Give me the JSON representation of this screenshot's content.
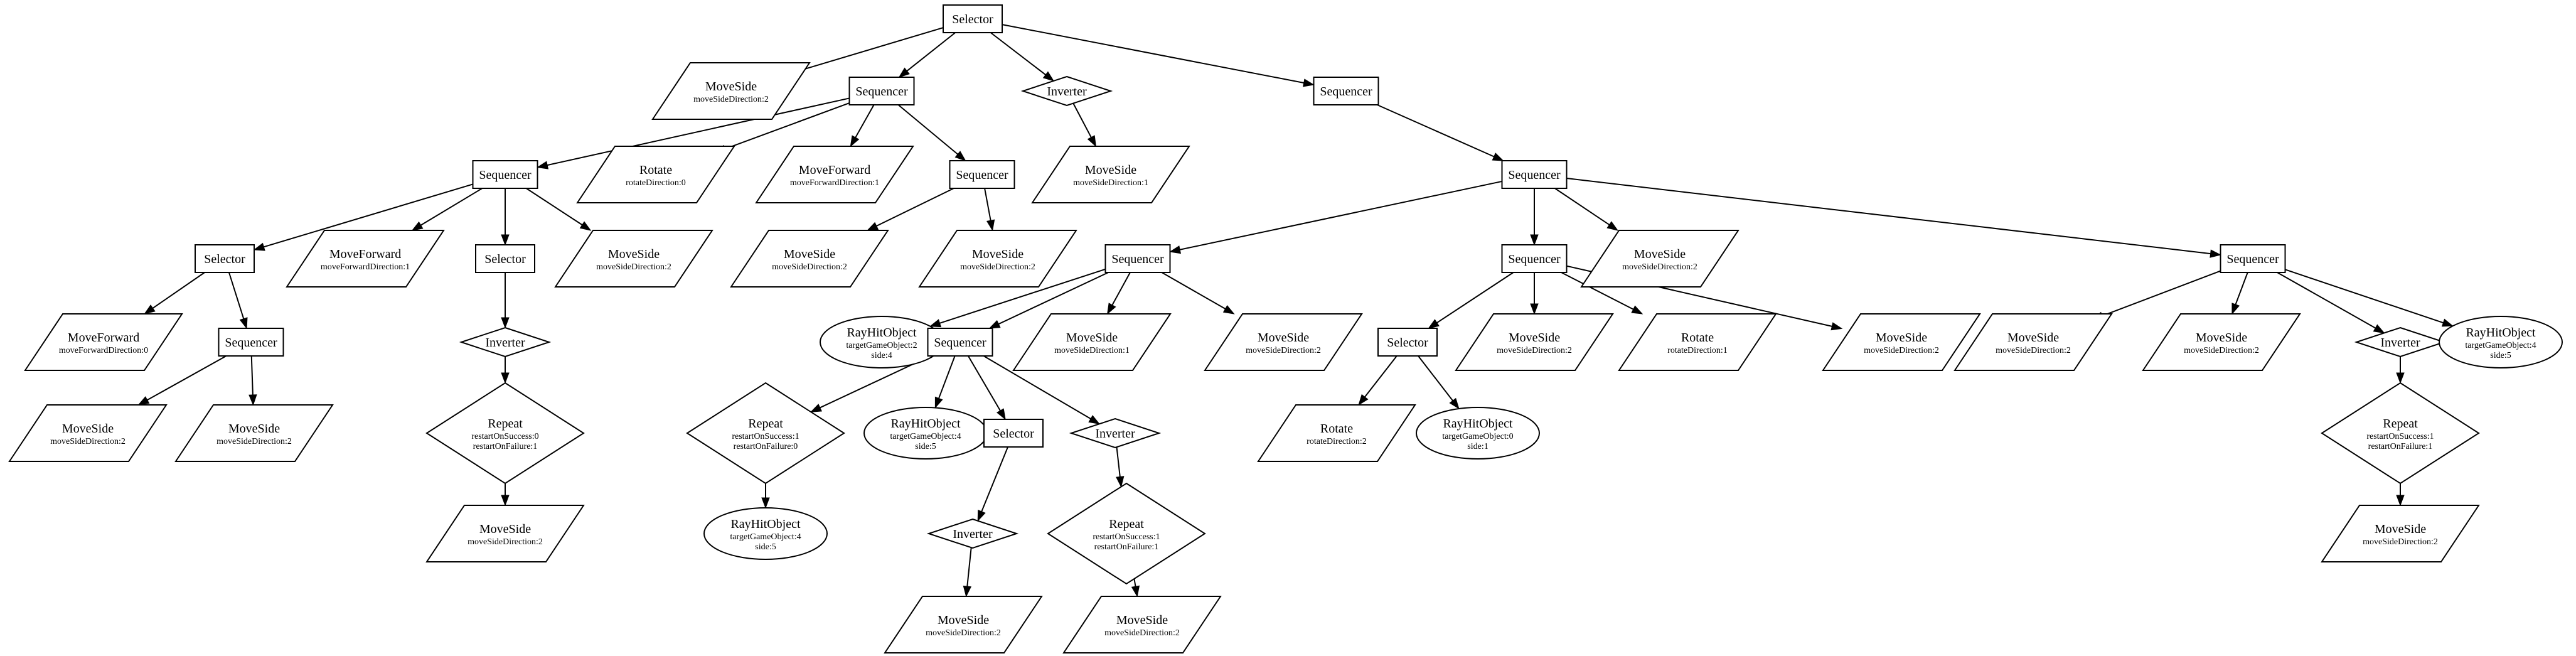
{
  "tree": {
    "nodes": [
      {
        "id": "n1",
        "shape": "box",
        "label": "Selector",
        "sub": []
      },
      {
        "id": "n2",
        "shape": "para",
        "label": "MoveSide",
        "sub": [
          "moveSideDirection:2"
        ]
      },
      {
        "id": "n3",
        "shape": "box",
        "label": "Sequencer",
        "sub": []
      },
      {
        "id": "n4",
        "shape": "diamond",
        "label": "Inverter",
        "sub": []
      },
      {
        "id": "n5",
        "shape": "box",
        "label": "Sequencer",
        "sub": []
      },
      {
        "id": "n6",
        "shape": "box",
        "label": "Sequencer",
        "sub": []
      },
      {
        "id": "n7",
        "shape": "para",
        "label": "Rotate",
        "sub": [
          "rotateDirection:0"
        ]
      },
      {
        "id": "n8",
        "shape": "para",
        "label": "MoveForward",
        "sub": [
          "moveForwardDirection:1"
        ]
      },
      {
        "id": "n9",
        "shape": "box",
        "label": "Sequencer",
        "sub": []
      },
      {
        "id": "n10",
        "shape": "para",
        "label": "MoveSide",
        "sub": [
          "moveSideDirection:1"
        ]
      },
      {
        "id": "n11",
        "shape": "box",
        "label": "Sequencer",
        "sub": []
      },
      {
        "id": "n12",
        "shape": "box",
        "label": "Selector",
        "sub": []
      },
      {
        "id": "n13",
        "shape": "para",
        "label": "MoveForward",
        "sub": [
          "moveForwardDirection:1"
        ]
      },
      {
        "id": "n14",
        "shape": "box",
        "label": "Selector",
        "sub": []
      },
      {
        "id": "n15",
        "shape": "para",
        "label": "MoveSide",
        "sub": [
          "moveSideDirection:2"
        ]
      },
      {
        "id": "n16",
        "shape": "para",
        "label": "MoveSide",
        "sub": [
          "moveSideDirection:2"
        ]
      },
      {
        "id": "n17",
        "shape": "para",
        "label": "MoveSide",
        "sub": [
          "moveSideDirection:2"
        ]
      },
      {
        "id": "n18",
        "shape": "box",
        "label": "Sequencer",
        "sub": []
      },
      {
        "id": "n19",
        "shape": "box",
        "label": "Sequencer",
        "sub": []
      },
      {
        "id": "n20",
        "shape": "para",
        "label": "MoveSide",
        "sub": [
          "moveSideDirection:2"
        ]
      },
      {
        "id": "n21",
        "shape": "box",
        "label": "Sequencer",
        "sub": []
      },
      {
        "id": "n22",
        "shape": "para",
        "label": "MoveForward",
        "sub": [
          "moveForwardDirection:0"
        ]
      },
      {
        "id": "n23",
        "shape": "box",
        "label": "Sequencer",
        "sub": []
      },
      {
        "id": "n24",
        "shape": "diamond",
        "label": "Inverter",
        "sub": []
      },
      {
        "id": "n25",
        "shape": "ellipse",
        "label": "RayHitObject",
        "sub": [
          "targetGameObject:2",
          "side:4"
        ]
      },
      {
        "id": "n26",
        "shape": "box",
        "label": "Sequencer",
        "sub": []
      },
      {
        "id": "n27",
        "shape": "para",
        "label": "MoveSide",
        "sub": [
          "moveSideDirection:1"
        ]
      },
      {
        "id": "n28",
        "shape": "para",
        "label": "MoveSide",
        "sub": [
          "moveSideDirection:2"
        ]
      },
      {
        "id": "n29",
        "shape": "box",
        "label": "Selector",
        "sub": []
      },
      {
        "id": "n30",
        "shape": "para",
        "label": "MoveSide",
        "sub": [
          "moveSideDirection:2"
        ]
      },
      {
        "id": "n31",
        "shape": "para",
        "label": "Rotate",
        "sub": [
          "rotateDirection:1"
        ]
      },
      {
        "id": "n32",
        "shape": "para",
        "label": "MoveSide",
        "sub": [
          "moveSideDirection:2"
        ]
      },
      {
        "id": "n33",
        "shape": "para",
        "label": "MoveSide",
        "sub": [
          "moveSideDirection:2"
        ]
      },
      {
        "id": "n34",
        "shape": "para",
        "label": "MoveSide",
        "sub": [
          "moveSideDirection:2"
        ]
      },
      {
        "id": "n35",
        "shape": "diamond",
        "label": "Inverter",
        "sub": []
      },
      {
        "id": "n36",
        "shape": "ellipse",
        "label": "RayHitObject",
        "sub": [
          "targetGameObject:4",
          "side:5"
        ]
      },
      {
        "id": "n37",
        "shape": "para",
        "label": "MoveSide",
        "sub": [
          "moveSideDirection:2"
        ]
      },
      {
        "id": "n38",
        "shape": "para",
        "label": "MoveSide",
        "sub": [
          "moveSideDirection:2"
        ]
      },
      {
        "id": "n39",
        "shape": "diamond",
        "label": "Repeat",
        "sub": [
          "restartOnSuccess:0",
          "restartOnFailure:1"
        ]
      },
      {
        "id": "n40",
        "shape": "diamond",
        "label": "Repeat",
        "sub": [
          "restartOnSuccess:1",
          "restartOnFailure:0"
        ]
      },
      {
        "id": "n41",
        "shape": "ellipse",
        "label": "RayHitObject",
        "sub": [
          "targetGameObject:4",
          "side:5"
        ]
      },
      {
        "id": "n42",
        "shape": "box",
        "label": "Selector",
        "sub": []
      },
      {
        "id": "n43",
        "shape": "diamond",
        "label": "Inverter",
        "sub": []
      },
      {
        "id": "n44",
        "shape": "para",
        "label": "Rotate",
        "sub": [
          "rotateDirection:2"
        ]
      },
      {
        "id": "n45",
        "shape": "ellipse",
        "label": "RayHitObject",
        "sub": [
          "targetGameObject:0",
          "side:1"
        ]
      },
      {
        "id": "n46",
        "shape": "diamond",
        "label": "Repeat",
        "sub": [
          "restartOnSuccess:1",
          "restartOnFailure:1"
        ]
      },
      {
        "id": "n47",
        "shape": "para",
        "label": "MoveSide",
        "sub": [
          "moveSideDirection:2"
        ]
      },
      {
        "id": "n48",
        "shape": "ellipse",
        "label": "RayHitObject",
        "sub": [
          "targetGameObject:4",
          "side:5"
        ]
      },
      {
        "id": "n49",
        "shape": "diamond",
        "label": "Inverter",
        "sub": []
      },
      {
        "id": "n50",
        "shape": "diamond",
        "label": "Repeat",
        "sub": [
          "restartOnSuccess:1",
          "restartOnFailure:1"
        ]
      },
      {
        "id": "n51",
        "shape": "para",
        "label": "MoveSide",
        "sub": [
          "moveSideDirection:2"
        ]
      },
      {
        "id": "n52",
        "shape": "para",
        "label": "MoveSide",
        "sub": [
          "moveSideDirection:2"
        ]
      },
      {
        "id": "n53",
        "shape": "para",
        "label": "MoveSide",
        "sub": [
          "moveSideDirection:2"
        ]
      }
    ],
    "edges": [
      [
        "n1",
        "n2"
      ],
      [
        "n1",
        "n3"
      ],
      [
        "n1",
        "n4"
      ],
      [
        "n1",
        "n5"
      ],
      [
        "n3",
        "n6"
      ],
      [
        "n3",
        "n7"
      ],
      [
        "n3",
        "n8"
      ],
      [
        "n3",
        "n9"
      ],
      [
        "n4",
        "n10"
      ],
      [
        "n5",
        "n11"
      ],
      [
        "n6",
        "n12"
      ],
      [
        "n6",
        "n13"
      ],
      [
        "n6",
        "n14"
      ],
      [
        "n6",
        "n15"
      ],
      [
        "n9",
        "n16"
      ],
      [
        "n9",
        "n17"
      ],
      [
        "n11",
        "n18"
      ],
      [
        "n11",
        "n19"
      ],
      [
        "n11",
        "n20"
      ],
      [
        "n11",
        "n21"
      ],
      [
        "n12",
        "n22"
      ],
      [
        "n12",
        "n23"
      ],
      [
        "n14",
        "n24"
      ],
      [
        "n18",
        "n25"
      ],
      [
        "n18",
        "n26"
      ],
      [
        "n18",
        "n27"
      ],
      [
        "n18",
        "n28"
      ],
      [
        "n19",
        "n29"
      ],
      [
        "n19",
        "n30"
      ],
      [
        "n19",
        "n31"
      ],
      [
        "n19",
        "n32"
      ],
      [
        "n21",
        "n33"
      ],
      [
        "n21",
        "n34"
      ],
      [
        "n21",
        "n35"
      ],
      [
        "n21",
        "n36"
      ],
      [
        "n23",
        "n37"
      ],
      [
        "n23",
        "n38"
      ],
      [
        "n24",
        "n39"
      ],
      [
        "n26",
        "n40"
      ],
      [
        "n26",
        "n41"
      ],
      [
        "n26",
        "n42"
      ],
      [
        "n26",
        "n43"
      ],
      [
        "n29",
        "n44"
      ],
      [
        "n29",
        "n45"
      ],
      [
        "n35",
        "n46"
      ],
      [
        "n39",
        "n47"
      ],
      [
        "n40",
        "n48"
      ],
      [
        "n42",
        "n49"
      ],
      [
        "n43",
        "n50"
      ],
      [
        "n46",
        "n51"
      ],
      [
        "n49",
        "n52"
      ],
      [
        "n50",
        "n53"
      ]
    ]
  }
}
